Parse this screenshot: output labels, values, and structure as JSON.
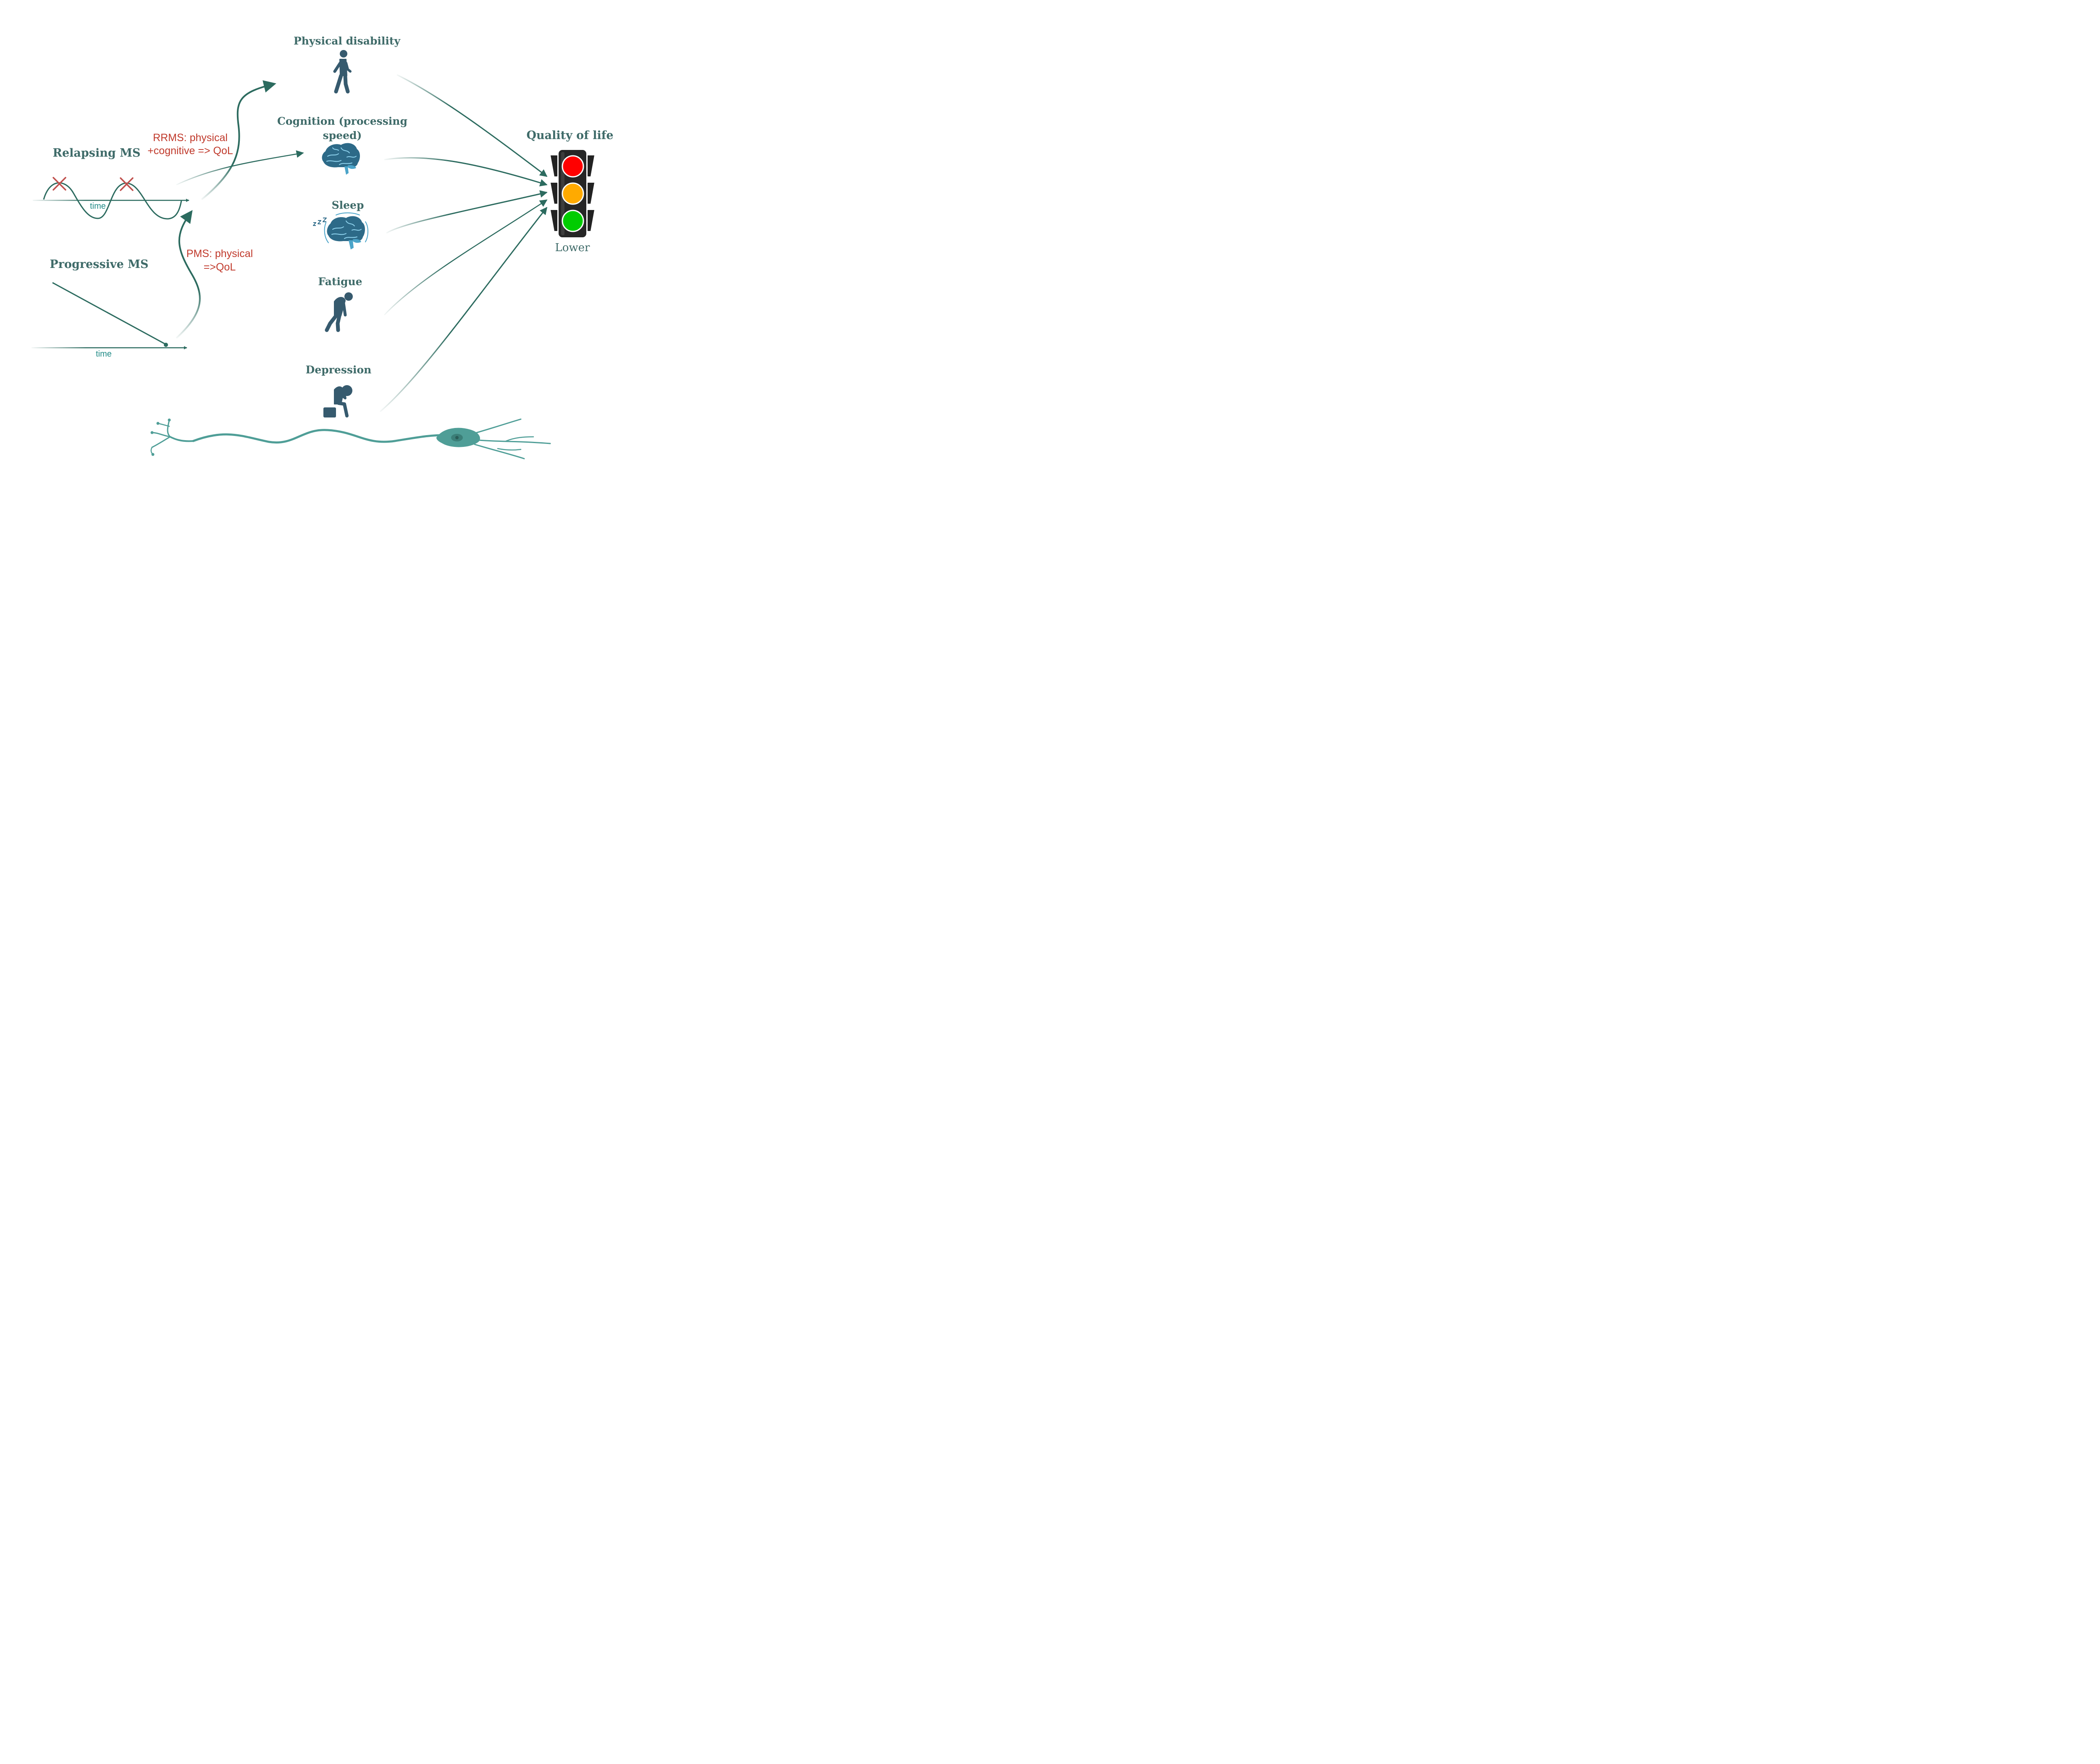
{
  "colors": {
    "primary": "#2c6b5f",
    "figure": "#365a6e",
    "accent_red": "#c0392b",
    "time_label": "#1f8a86",
    "neuron": "#4f9e97",
    "brain_dark": "#2d6a88",
    "brain_light": "#4ba4c9"
  },
  "courses": {
    "relapsing": {
      "title": "Relapsing MS",
      "axis_label": "time",
      "relapse_marker": "cross-mark"
    },
    "progressive": {
      "title": "Progressive MS",
      "axis_label": "time"
    }
  },
  "pathways": {
    "rrms": {
      "line1": "RRMS: physical",
      "line2": "+cognitive => QoL"
    },
    "pms": {
      "line1": "PMS: physical",
      "line2": "=>QoL"
    }
  },
  "factors": [
    {
      "label": "Physical disability",
      "icon": "walking-person-icon"
    },
    {
      "label_line1": "Cognition (processing",
      "label_line2": "speed)",
      "icon": "brain-icon"
    },
    {
      "label": "Sleep",
      "icon": "sleeping-brain-icon"
    },
    {
      "label": "Fatigue",
      "icon": "tired-person-icon"
    },
    {
      "label": "Depression",
      "icon": "depressed-person-icon"
    }
  ],
  "outcome": {
    "title": "Quality of life",
    "label": "Lower",
    "lights": [
      "#ff0000",
      "#ffaa00",
      "#00cc00"
    ]
  },
  "decoration": {
    "icon": "neuron-icon"
  }
}
